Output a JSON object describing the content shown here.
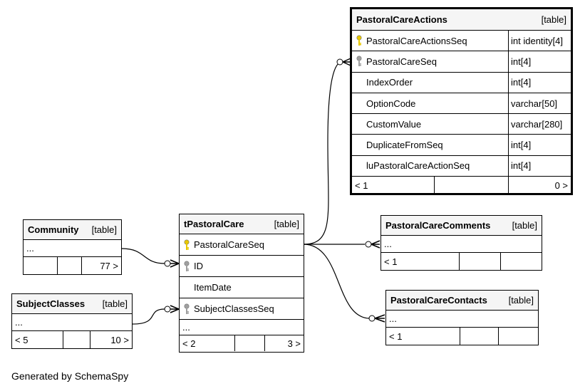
{
  "tables": {
    "pastoral_care_actions": {
      "name": "PastoralCareActions",
      "kind": "[table]",
      "columns": [
        {
          "name": "PastoralCareActionsSeq",
          "type": "int identity[4]",
          "icon": "primary-key-icon"
        },
        {
          "name": "PastoralCareSeq",
          "type": "int[4]",
          "icon": "foreign-key-icon"
        },
        {
          "name": "IndexOrder",
          "type": "int[4]",
          "icon": ""
        },
        {
          "name": "OptionCode",
          "type": "varchar[50]",
          "icon": ""
        },
        {
          "name": "CustomValue",
          "type": "varchar[280]",
          "icon": ""
        },
        {
          "name": "DuplicateFromSeq",
          "type": "int[4]",
          "icon": ""
        },
        {
          "name": "luPastoralCareActionSeq",
          "type": "int[4]",
          "icon": ""
        }
      ],
      "footer_left": "< 1",
      "footer_right": "0 >"
    },
    "t_pastoral_care": {
      "name": "tPastoralCare",
      "kind": "[table]",
      "columns": [
        {
          "name": "PastoralCareSeq",
          "icon": "primary-key-icon"
        },
        {
          "name": "ID",
          "icon": "foreign-key-icon"
        },
        {
          "name": "ItemDate",
          "icon": ""
        },
        {
          "name": "SubjectClassesSeq",
          "icon": "foreign-key-icon"
        }
      ],
      "ellipsis": "...",
      "footer_left": "< 2",
      "footer_right": "3 >"
    },
    "community": {
      "name": "Community",
      "kind": "[table]",
      "ellipsis": "...",
      "footer_left": "",
      "footer_right": "77 >"
    },
    "subject_classes": {
      "name": "SubjectClasses",
      "kind": "[table]",
      "ellipsis": "...",
      "footer_left": "< 5",
      "footer_right": "10 >"
    },
    "pastoral_care_comments": {
      "name": "PastoralCareComments",
      "kind": "[table]",
      "ellipsis": "...",
      "footer_left": "< 1",
      "footer_right": ""
    },
    "pastoral_care_contacts": {
      "name": "PastoralCareContacts",
      "kind": "[table]",
      "ellipsis": "...",
      "footer_left": "< 1",
      "footer_right": ""
    }
  },
  "caption": "Generated by SchemaSpy",
  "colors": {
    "primary_key": "#e8c800",
    "foreign_key": "#a0a0a0"
  }
}
